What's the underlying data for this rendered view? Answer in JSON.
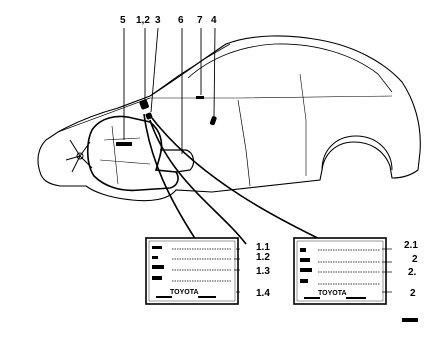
{
  "callouts": {
    "c5": "5",
    "c12": "1,2",
    "c3": "3",
    "c6": "6",
    "c7": "7",
    "c4": "4"
  },
  "plate_left": {
    "rows": [
      "1.1",
      "1.2",
      "1.3",
      "1.4"
    ],
    "brand": "TOYOTA"
  },
  "plate_right": {
    "rows": [
      "2.1",
      "2",
      "2.",
      "2"
    ],
    "brand": "TOYOTA"
  },
  "icons": [
    "toyota-logo"
  ]
}
